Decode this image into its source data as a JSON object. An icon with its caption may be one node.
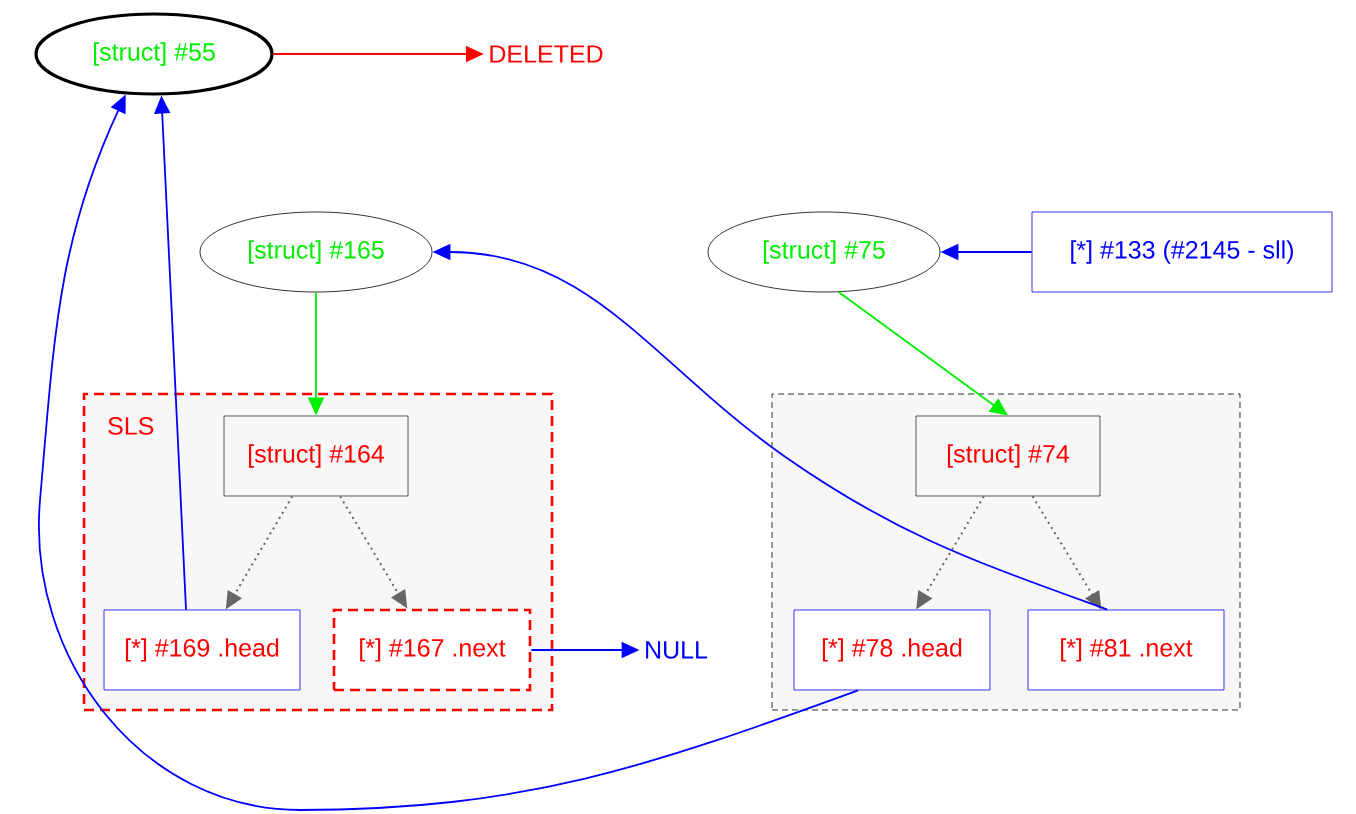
{
  "diagram": {
    "nodes": [
      {
        "text": [
          "[struct] #55"
        ]
      },
      {
        "text": [
          "DELETED"
        ]
      },
      {
        "text": [
          "[struct] #165"
        ]
      },
      {
        "text": [
          "[struct] #75"
        ]
      },
      {
        "text": [
          "[*] #133 (#2145 - sll)"
        ]
      },
      {
        "text": [
          "SLS"
        ]
      },
      {
        "text": [
          "[struct] #164"
        ],
        "in": 5
      },
      {
        "text": [
          "[*] #169 .head"
        ],
        "in": 5
      },
      {
        "text": [
          "[*] #167 .next"
        ],
        "in": 5
      },
      {
        "text": [
          "NULL"
        ]
      },
      {
        "text": [],
        "shape": "box"
      },
      {
        "text": [
          "[struct] #74"
        ],
        "in": 10
      },
      {
        "text": [
          "[*] #78 .head"
        ],
        "in": 10
      },
      {
        "text": [
          "[*] #81 .next"
        ],
        "in": 10
      }
    ],
    "edges": [
      {
        "from": 0,
        "to": 1,
        "arrow": "to",
        "color": "#ff0000"
      },
      {
        "from": 4,
        "to": 3,
        "arrow": "to"
      },
      {
        "from": 2,
        "to": 6,
        "arrow": "to",
        "color": "#00ee00"
      },
      {
        "from": 3,
        "to": 11,
        "arrow": "to",
        "color": "#00ee00"
      },
      {
        "from": 6,
        "to": 7,
        "arrow": "to",
        "style": "dashed",
        "color": "#666666"
      },
      {
        "from": 6,
        "to": 8,
        "arrow": "to",
        "style": "dashed",
        "color": "#666666"
      },
      {
        "from": 11,
        "to": 12,
        "arrow": "to",
        "style": "dashed",
        "color": "#666666"
      },
      {
        "from": 11,
        "to": 13,
        "arrow": "to",
        "style": "dashed",
        "color": "#666666"
      },
      {
        "from": 7,
        "to": 0,
        "arrow": "to"
      },
      {
        "from": 8,
        "to": 9,
        "arrow": "to"
      },
      {
        "from": 12,
        "to": 0,
        "arrow": "to"
      },
      {
        "from": 13,
        "to": 2,
        "arrow": "to"
      }
    ]
  }
}
